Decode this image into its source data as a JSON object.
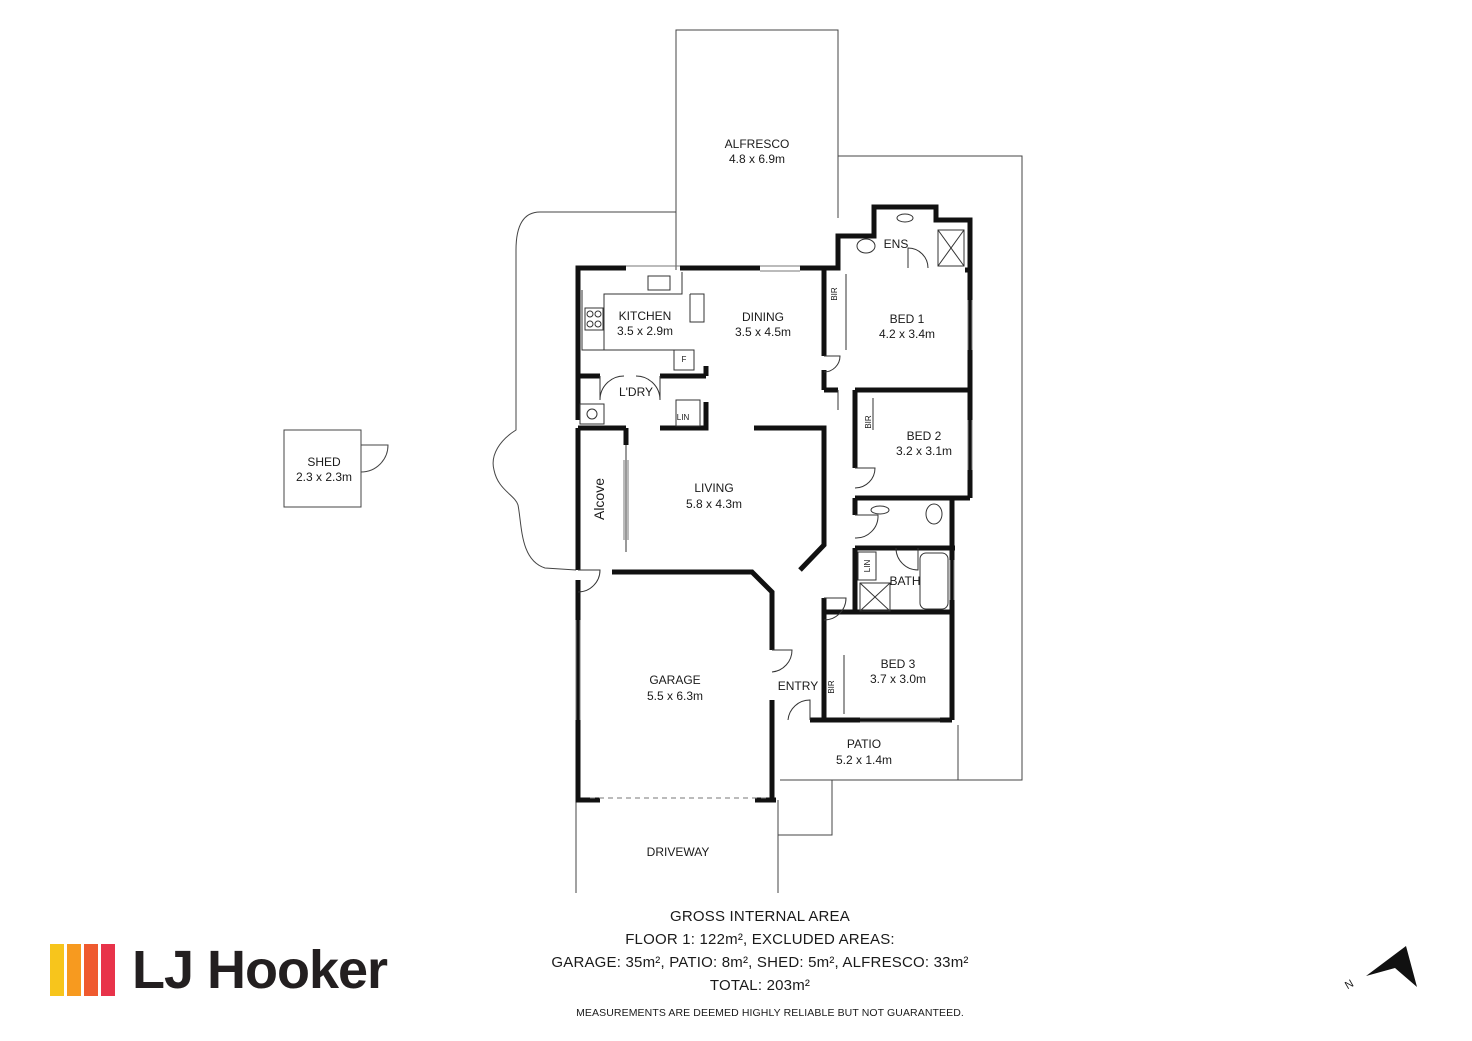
{
  "rooms": {
    "alfresco": {
      "name": "ALFRESCO",
      "size": "4.8 x 6.9m"
    },
    "ens": {
      "name": "ENS"
    },
    "kitchen": {
      "name": "KITCHEN",
      "size": "3.5 x 2.9m"
    },
    "dining": {
      "name": "DINING",
      "size": "3.5 x 4.5m"
    },
    "bed1": {
      "name": "BED 1",
      "size": "4.2 x 3.4m"
    },
    "laundry": {
      "name": "L'DRY"
    },
    "bed2": {
      "name": "BED 2",
      "size": "3.2 x 3.1m"
    },
    "shed": {
      "name": "SHED",
      "size": "2.3 x 2.3m"
    },
    "living": {
      "name": "LIVING",
      "size": "5.8 x 4.3m"
    },
    "alcove": {
      "name": "Alcove"
    },
    "bath": {
      "name": "BATH"
    },
    "bed3": {
      "name": "BED 3",
      "size": "3.7 x 3.0m"
    },
    "garage": {
      "name": "GARAGE",
      "size": "5.5 x 6.3m"
    },
    "entry": {
      "name": "ENTRY"
    },
    "patio": {
      "name": "PATIO",
      "size": "5.2 x 1.4m"
    },
    "driveway": {
      "name": "DRIVEWAY"
    }
  },
  "small_labels": {
    "bir": "BIR",
    "lin": "LIN",
    "fridge": "F"
  },
  "area_summary": {
    "line1": "GROSS INTERNAL AREA",
    "line2": "FLOOR 1: 122m², EXCLUDED AREAS:",
    "line3": "GARAGE: 35m², PATIO: 8m², SHED: 5m², ALFRESCO: 33m²",
    "line4": "TOTAL: 203m²"
  },
  "disclaimer": "MEASUREMENTS ARE DEEMED HIGHLY RELIABLE BUT NOT GUARANTEED.",
  "brand": {
    "name": "LJ Hooker",
    "bar_colors": [
      "#f7c51c",
      "#f79a1f",
      "#ef5a2f",
      "#e8334a"
    ]
  },
  "compass": {
    "label": "N",
    "icon": "north-arrow-icon"
  }
}
